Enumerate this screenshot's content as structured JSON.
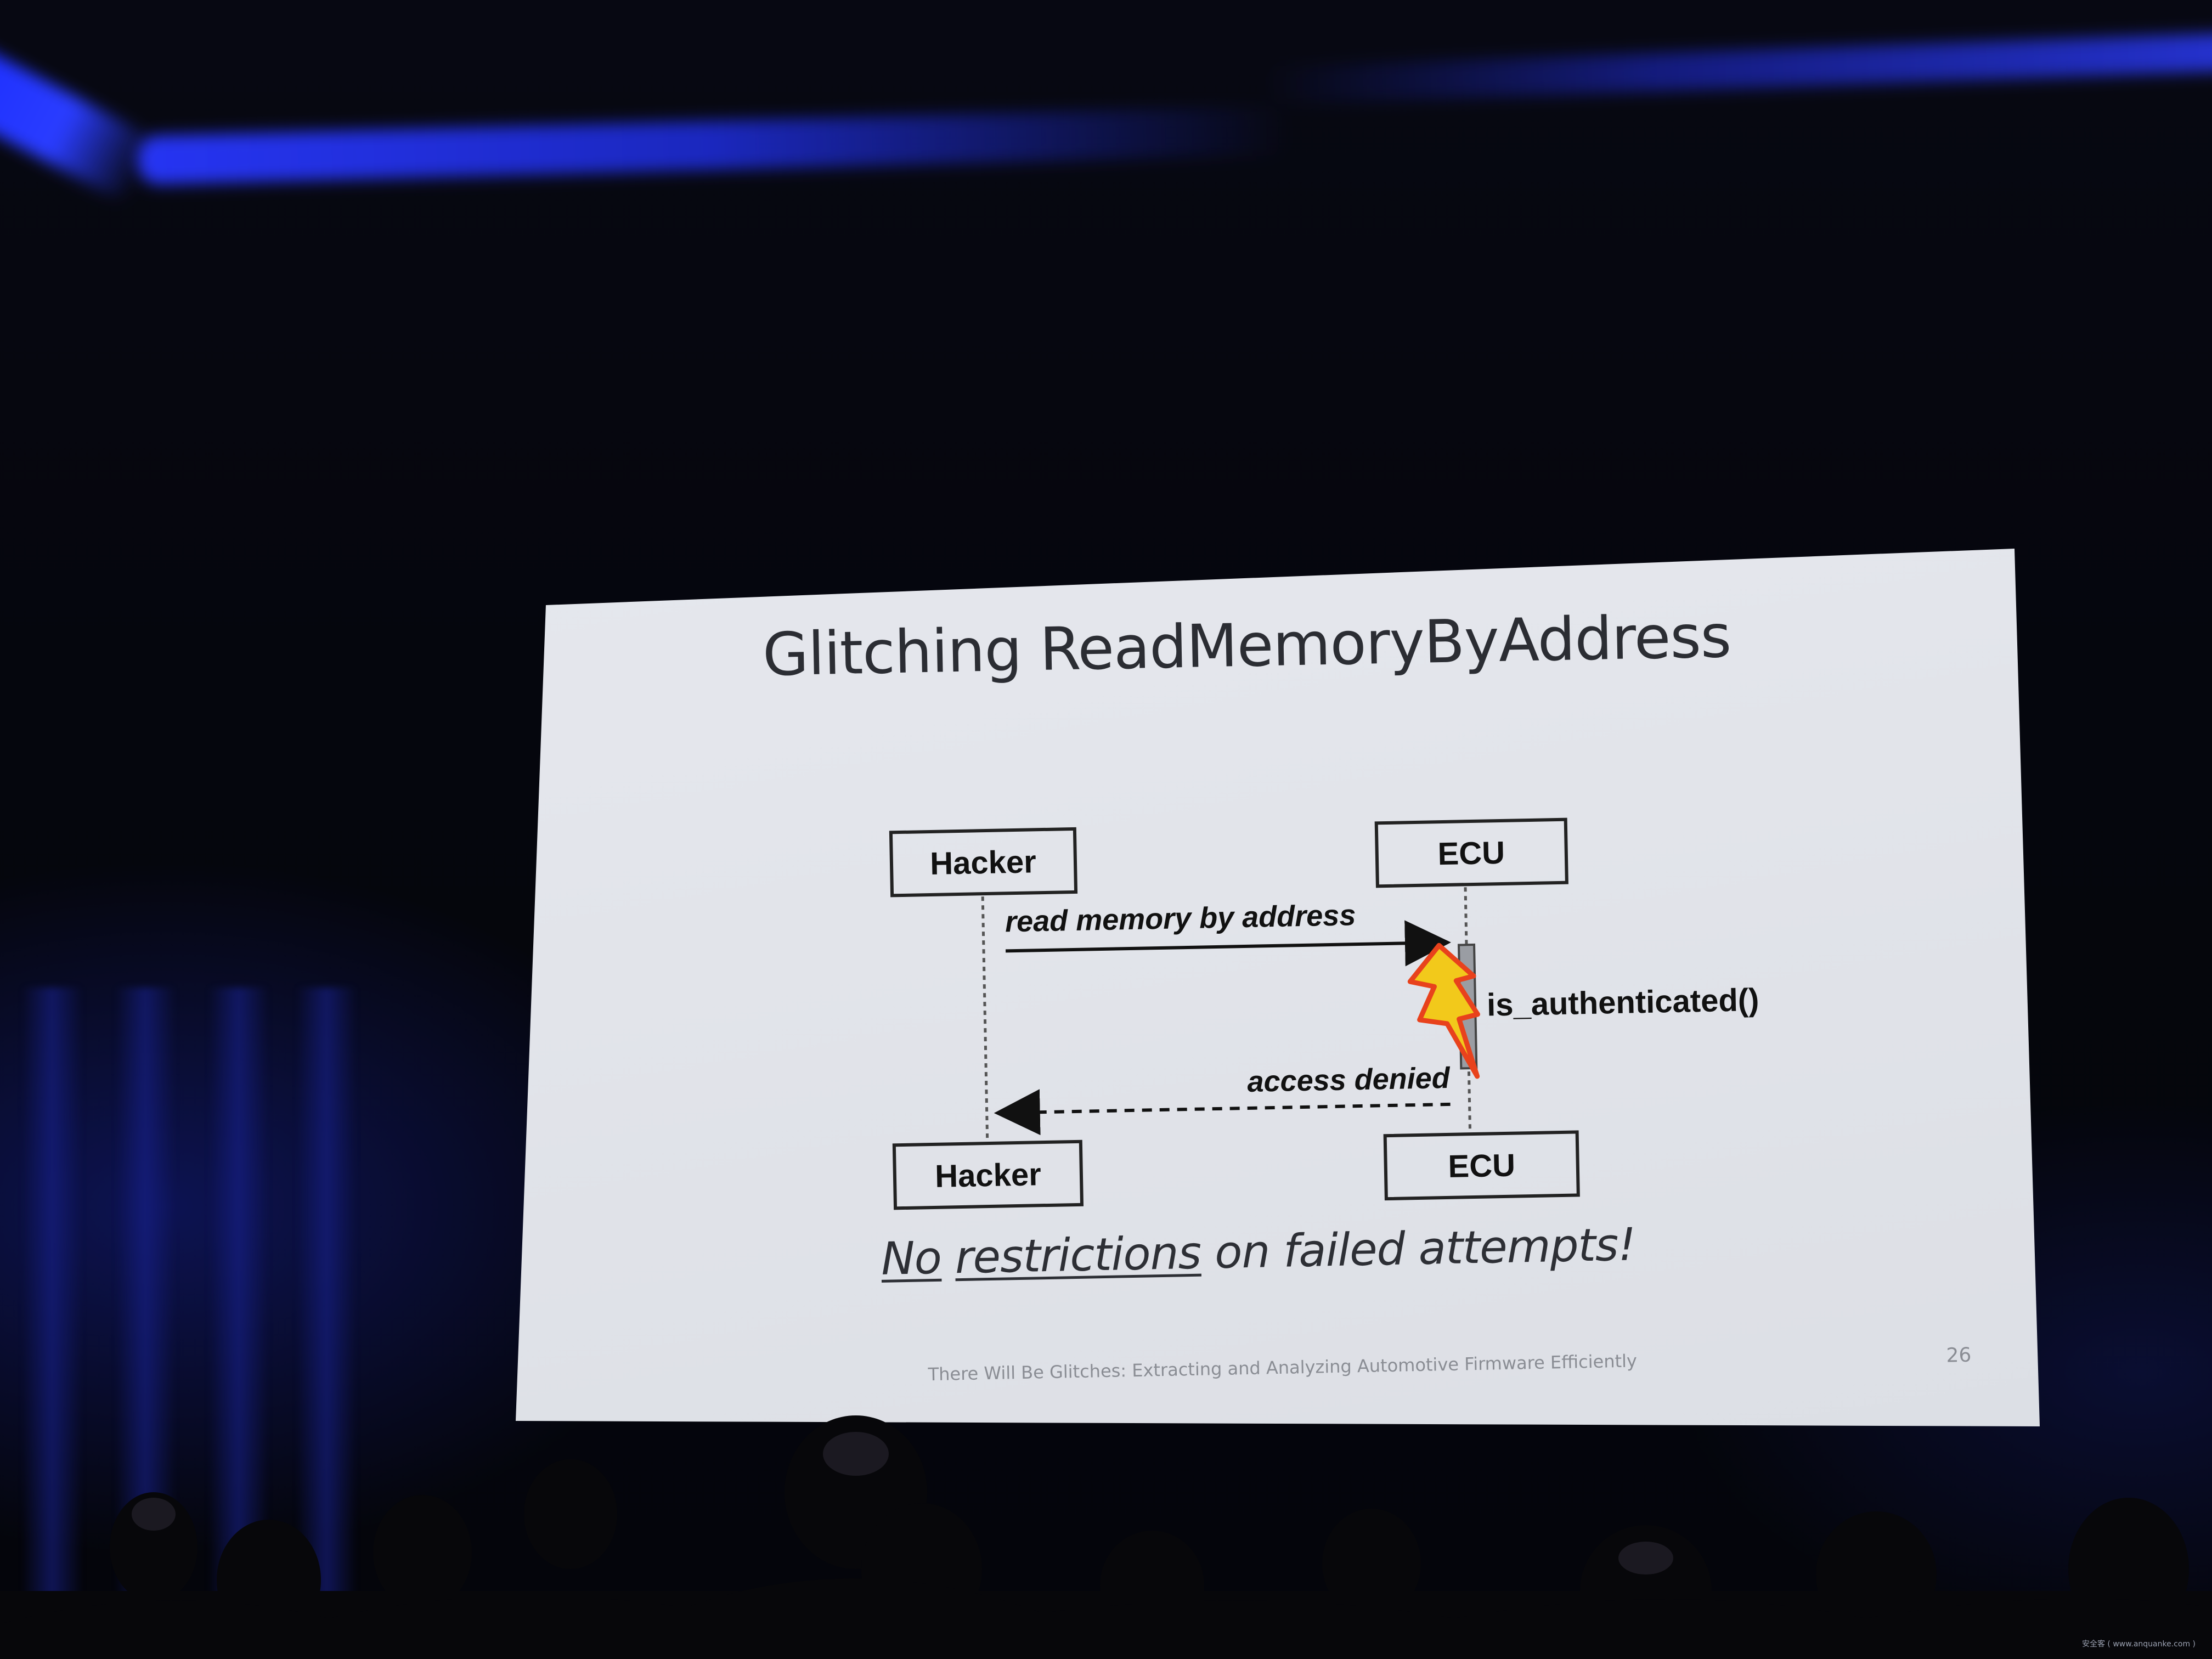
{
  "slide": {
    "title": "Glitching ReadMemoryByAddress",
    "diagram": {
      "actor_left_top": "Hacker",
      "actor_right_top": "ECU",
      "actor_left_bottom": "Hacker",
      "actor_right_bottom": "ECU",
      "request_message": "read memory by address",
      "response_message": "access denied",
      "process_label": "is_authenticated()",
      "glitch_icon": "lightning-bolt-icon"
    },
    "caption": {
      "word_no": "No",
      "space_1": " ",
      "word_restrictions": "restrictions",
      "rest": " on failed attempts!"
    },
    "footer": "There Will Be Glitches: Extracting and Analyzing Automotive Firmware Efficiently",
    "page_number": "26"
  },
  "watermark": "安全客 ( www.anquanke.com )",
  "colors": {
    "slide_background": "#e4e6ec",
    "ceiling_light": "#2a3dff",
    "glitch_fill": "#f2c91b",
    "glitch_outline": "#e8421c"
  }
}
